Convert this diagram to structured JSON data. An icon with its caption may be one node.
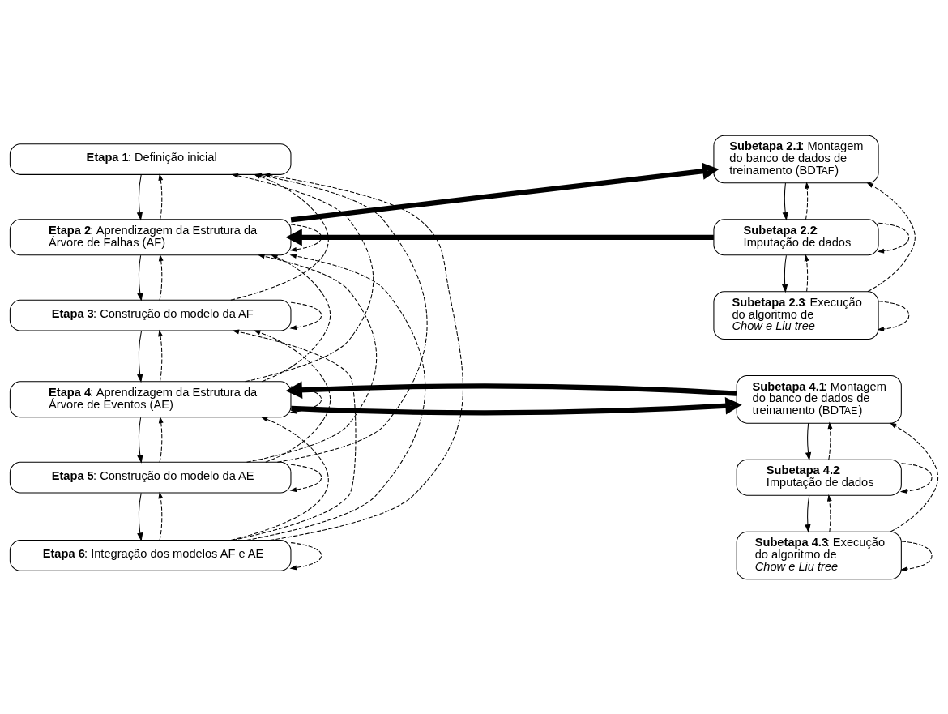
{
  "diagram": {
    "nodes": [
      {
        "text": [
          "**Etapa 1**: Definição inicial"
        ]
      },
      {
        "text": [
          "**Etapa 2**: Aprendizagem da Estrutura da Árvore de Falhas (AF)"
        ]
      },
      {
        "text": [
          "**Etapa 3**: Construção do modelo da AF"
        ]
      },
      {
        "text": [
          "**Etapa 4**: Aprendizagem da Estrutura da Árvore de Eventos (AE)"
        ]
      },
      {
        "text": [
          "**Etapa 5**: Construção do modelo da AE"
        ]
      },
      {
        "text": [
          "**Etapa 6**: Integração dos modelos AF e AE"
        ]
      },
      {
        "text": [
          "**Subetapa 2.1**: Montagem do banco de dados de treinamento (BDT$_{AF}$)"
        ]
      },
      {
        "text": [
          "**Subetapa 2.2**: Imputação de dados"
        ]
      },
      {
        "text": [
          "**Subetapa 2.3**: Execução do algoritmo de *Chow e Liu tree*"
        ]
      },
      {
        "text": [
          "**Subetapa 4.1**: Montagem do banco de dados de treinamento (BDT$_{AE}$)"
        ]
      },
      {
        "text": [
          "**Subetapa 4.2**: Imputação de dados"
        ]
      },
      {
        "text": [
          "**Subetapa 4.3**: Execução do algoritmo de *Chow e Liu tree*"
        ]
      }
    ],
    "edges": [
      {
        "from": 0,
        "to": 1,
        "arrow": "to"
      },
      {
        "from": 1,
        "to": 2,
        "arrow": "to"
      },
      {
        "from": 2,
        "to": 3,
        "arrow": "to"
      },
      {
        "from": 3,
        "to": 4,
        "arrow": "to"
      },
      {
        "from": 4,
        "to": 5,
        "arrow": "to"
      },
      {
        "from": 6,
        "to": 7,
        "arrow": "to"
      },
      {
        "from": 7,
        "to": 8,
        "arrow": "to"
      },
      {
        "from": 9,
        "to": 10,
        "arrow": "to"
      },
      {
        "from": 10,
        "to": 11,
        "arrow": "to"
      },
      {
        "from": 1,
        "to": 6,
        "arrow": "to",
        "style": "thick"
      },
      {
        "from": 7,
        "to": 1,
        "arrow": "to",
        "style": "thick"
      },
      {
        "from": 3,
        "to": 9,
        "arrow": "to",
        "style": "thick"
      },
      {
        "from": 9,
        "to": 3,
        "arrow": "to",
        "style": "thick"
      },
      {
        "from": 1,
        "to": 0,
        "arrow": "to",
        "style": "dashed"
      },
      {
        "from": 1,
        "to": 1,
        "arrow": "to",
        "style": "dashed"
      },
      {
        "from": 2,
        "to": 0,
        "arrow": "to",
        "style": "dashed"
      },
      {
        "from": 2,
        "to": 1,
        "arrow": "to",
        "style": "dashed"
      },
      {
        "from": 2,
        "to": 2,
        "arrow": "to",
        "style": "dashed"
      },
      {
        "from": 3,
        "to": 0,
        "arrow": "to",
        "style": "dashed"
      },
      {
        "from": 3,
        "to": 1,
        "arrow": "to",
        "style": "dashed"
      },
      {
        "from": 3,
        "to": 2,
        "arrow": "to",
        "style": "dashed"
      },
      {
        "from": 3,
        "to": 3,
        "arrow": "to",
        "style": "dashed"
      },
      {
        "from": 4,
        "to": 0,
        "arrow": "to",
        "style": "dashed"
      },
      {
        "from": 4,
        "to": 1,
        "arrow": "to",
        "style": "dashed"
      },
      {
        "from": 4,
        "to": 2,
        "arrow": "to",
        "style": "dashed"
      },
      {
        "from": 4,
        "to": 3,
        "arrow": "to",
        "style": "dashed"
      },
      {
        "from": 4,
        "to": 4,
        "arrow": "to",
        "style": "dashed"
      },
      {
        "from": 5,
        "to": 0,
        "arrow": "to",
        "style": "dashed"
      },
      {
        "from": 5,
        "to": 1,
        "arrow": "to",
        "style": "dashed"
      },
      {
        "from": 5,
        "to": 2,
        "arrow": "to",
        "style": "dashed"
      },
      {
        "from": 5,
        "to": 3,
        "arrow": "to",
        "style": "dashed"
      },
      {
        "from": 5,
        "to": 4,
        "arrow": "to",
        "style": "dashed"
      },
      {
        "from": 5,
        "to": 5,
        "arrow": "to",
        "style": "dashed"
      },
      {
        "from": 7,
        "to": 6,
        "arrow": "to",
        "style": "dashed"
      },
      {
        "from": 7,
        "to": 7,
        "arrow": "to",
        "style": "dashed"
      },
      {
        "from": 8,
        "to": 6,
        "arrow": "to",
        "style": "dashed"
      },
      {
        "from": 8,
        "to": 7,
        "arrow": "to",
        "style": "dashed"
      },
      {
        "from": 8,
        "to": 8,
        "arrow": "to",
        "style": "dashed"
      },
      {
        "from": 10,
        "to": 9,
        "arrow": "to",
        "style": "dashed"
      },
      {
        "from": 10,
        "to": 10,
        "arrow": "to",
        "style": "dashed"
      },
      {
        "from": 11,
        "to": 9,
        "arrow": "to",
        "style": "dashed"
      },
      {
        "from": 11,
        "to": 10,
        "arrow": "to",
        "style": "dashed"
      },
      {
        "from": 11,
        "to": 11,
        "arrow": "to",
        "style": "dashed"
      }
    ]
  }
}
